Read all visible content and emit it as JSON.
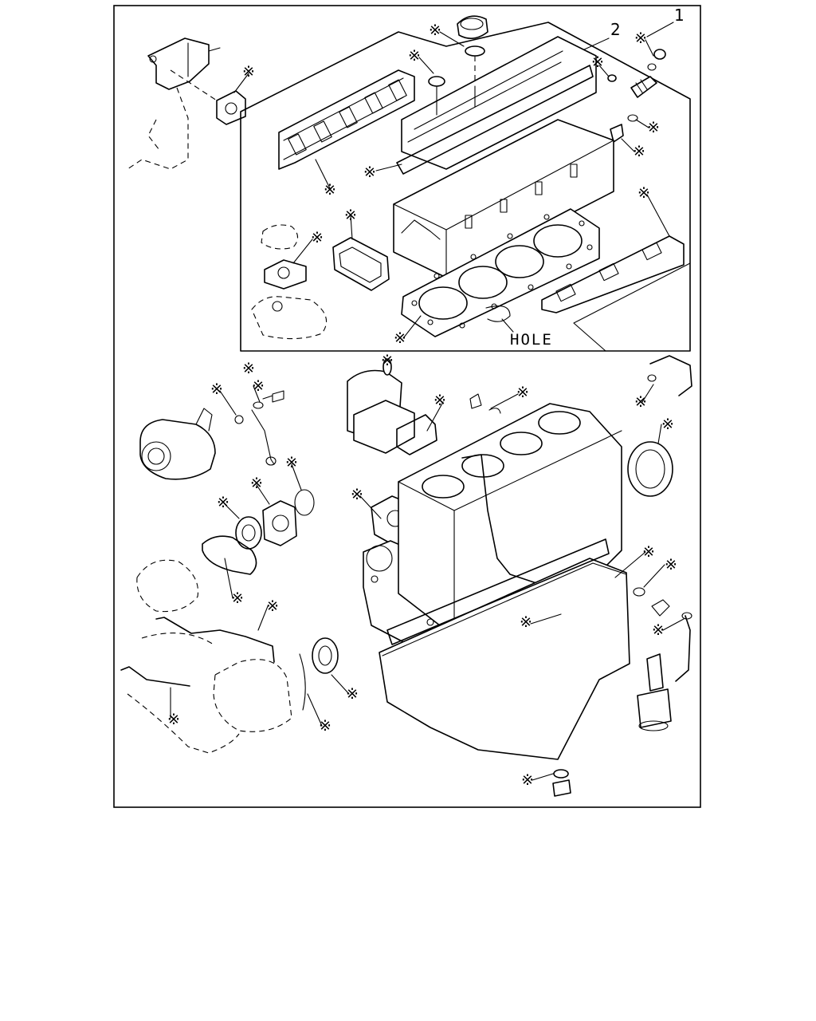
{
  "callouts": {
    "item_1": "1",
    "item_2": "2",
    "hole_label": "HOLE"
  },
  "mark_symbol": "※"
}
